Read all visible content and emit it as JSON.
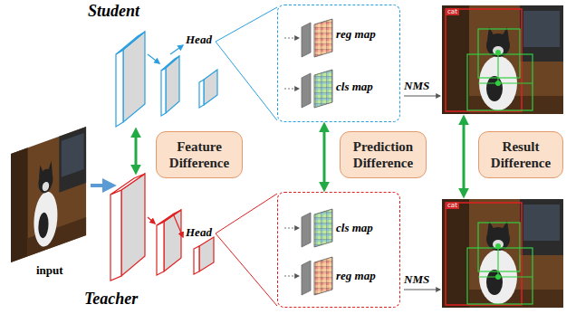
{
  "diagram": {
    "nodes": [
      {
        "text": [
          "reg map",
          "cls map"
        ]
      },
      {
        "text": [
          "Feature Difference"
        ]
      },
      {
        "text": [
          "Prediction Difference"
        ]
      },
      {
        "text": [
          "Result Difference"
        ]
      },
      {
        "text": [
          "cls map",
          "reg map"
        ]
      }
    ],
    "edges": [
      {
        "from": 0,
        "to": 4,
        "arrow": "both"
      }
    ],
    "labels": [
      "Student",
      "Head",
      "NMS",
      "cat",
      "input",
      "Head",
      "NMS",
      "cat",
      "Teacher"
    ]
  }
}
